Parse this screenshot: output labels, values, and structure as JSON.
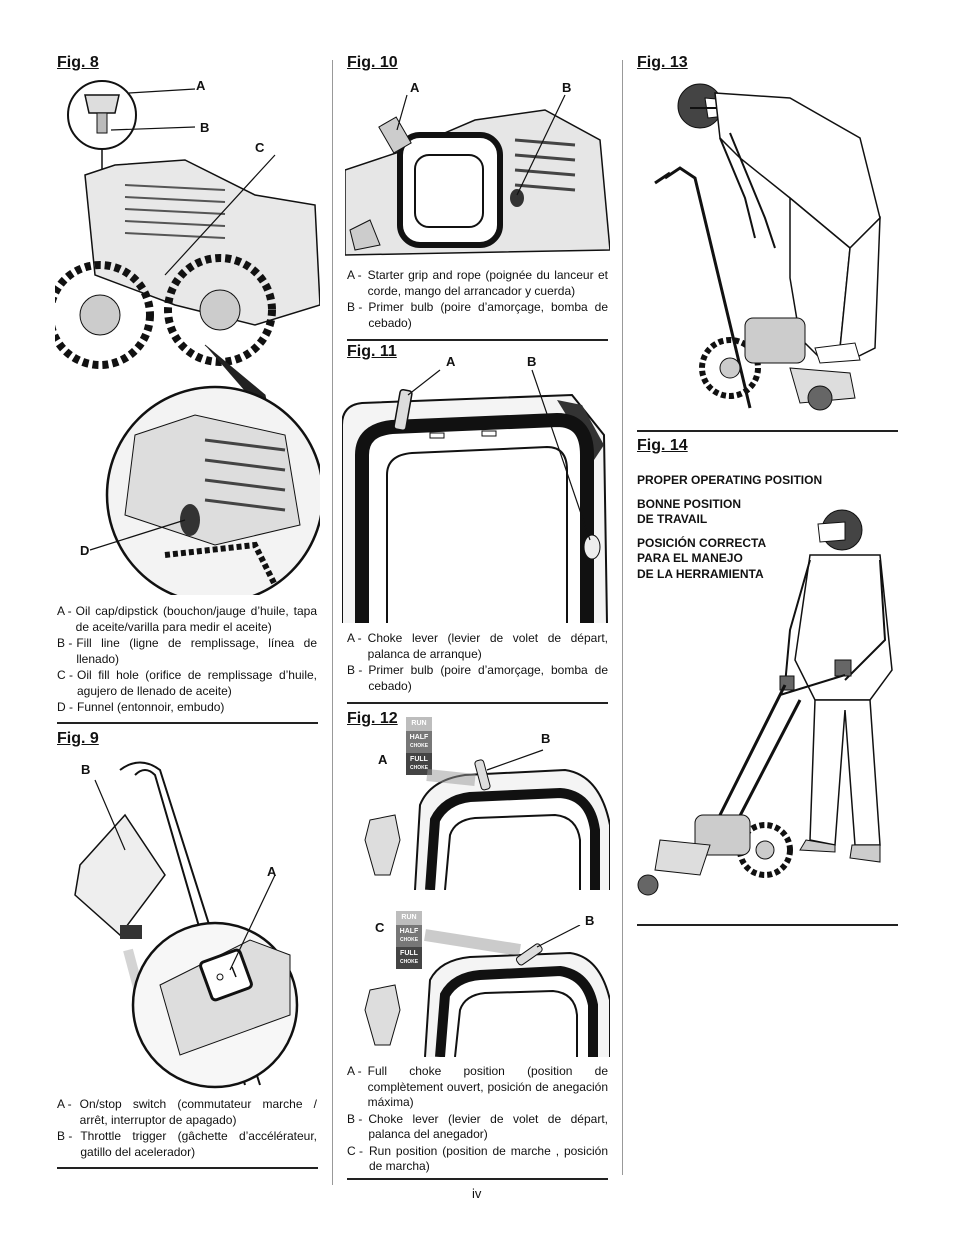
{
  "page_number": "iv",
  "fig8": {
    "title": "Fig. 8",
    "callouts": [
      "A",
      "B",
      "C",
      "D"
    ],
    "legend": [
      {
        "key": "A -",
        "text": "Oil cap/dipstick (bouchon/jauge d’huile, tapa de aceite/varilla para medir el aceite)"
      },
      {
        "key": "B -",
        "text": "Fill line (ligne de remplissage, línea de llenado)"
      },
      {
        "key": "C -",
        "text": "Oil fill hole (orifice de remplissage d’huile, agujero de llenado de aceite)"
      },
      {
        "key": "D -",
        "text": "Funnel (entonnoir, embudo)"
      }
    ]
  },
  "fig9": {
    "title": "Fig. 9",
    "callouts": [
      "B",
      "A"
    ],
    "legend": [
      {
        "key": "A -",
        "text": "On/stop switch (commutateur marche / arrêt, interruptor de apagado)"
      },
      {
        "key": "B -",
        "text": "Throttle trigger (gâchette d’accélérateur, gatillo del acelerador)"
      }
    ]
  },
  "fig10": {
    "title": "Fig. 10",
    "callouts": [
      "A",
      "B"
    ],
    "legend": [
      {
        "key": "A -",
        "text": "Starter grip and rope (poignée du lanceur et corde, mango del arrancador y cuerda)"
      },
      {
        "key": "B -",
        "text": "Primer bulb (poire d’amorçage, bomba de cebado)"
      }
    ]
  },
  "fig11": {
    "title": "Fig. 11",
    "callouts": [
      "A",
      "B"
    ],
    "legend": [
      {
        "key": "A -",
        "text": "Choke lever (levier de volet de départ, palanca de arranque)"
      },
      {
        "key": "B -",
        "text": "Primer bulb (poire d’amorçage, bomba de cebado)"
      }
    ]
  },
  "fig12": {
    "title": "Fig. 12",
    "callouts": [
      "A",
      "B",
      "C",
      "B"
    ],
    "gauge": {
      "run": "RUN",
      "half": "HALF",
      "half_sub": "CHOKE",
      "full": "FULL",
      "full_sub": "CHOKE"
    },
    "legend": [
      {
        "key": "A -",
        "text": "Full choke position (position de complètement ouvert, posición de anegación máxima)"
      },
      {
        "key": "B -",
        "text": "Choke lever (levier de volet de départ, palanca del anegador)"
      },
      {
        "key": "C -",
        "text": "Run position (position de marche , posición de marcha)"
      }
    ]
  },
  "fig13": {
    "title": "Fig. 13"
  },
  "fig14": {
    "title": "Fig. 14",
    "labels": [
      "PROPER OPERATING POSITION",
      "BONNE POSITION\nDE TRAVAIL",
      "POSICIÓN CORRECTA\nPARA EL MANEJO\nDE LA HERRAMIENTA"
    ]
  }
}
